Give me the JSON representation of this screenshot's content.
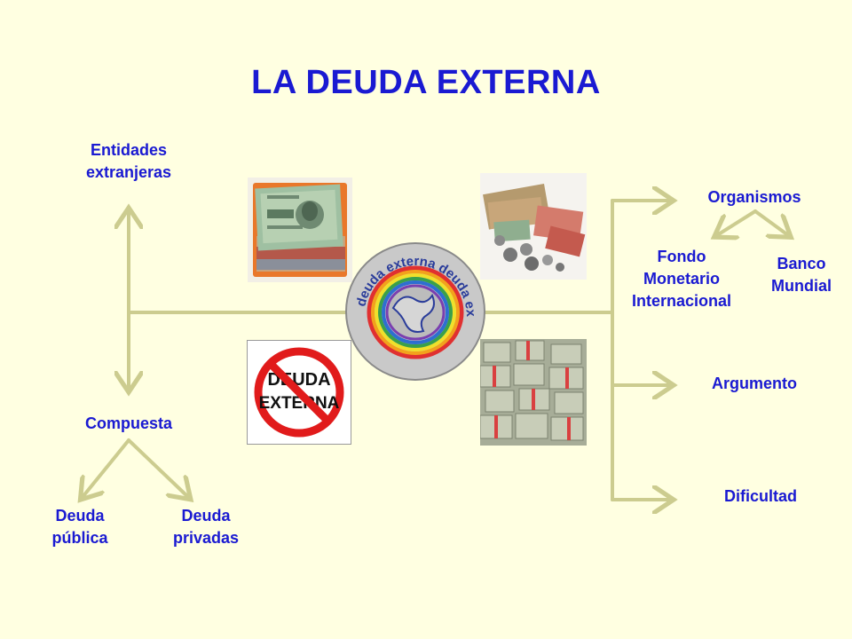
{
  "title": "LA DEUDA EXTERNA",
  "labels": {
    "entidades": "Entidades\nextranjeras",
    "compuesta": "Compuesta",
    "deuda_publica": "Deuda\npública",
    "deuda_privadas": "Deuda\nprivadas",
    "organismos": "Organismos",
    "fmi": "Fondo\nMonetario\nInternacional",
    "banco": "Banco\nMundial",
    "argumento": "Argumento",
    "dificultad": "Dificultad"
  },
  "images": {
    "sign_text_1": "DEUDA",
    "sign_text_2": "EXTERNA",
    "logo_text": "deuda externa deuda externa"
  },
  "colors": {
    "line": "#cccc8f",
    "text": "#1a1ad2",
    "background": "#ffffe1"
  }
}
